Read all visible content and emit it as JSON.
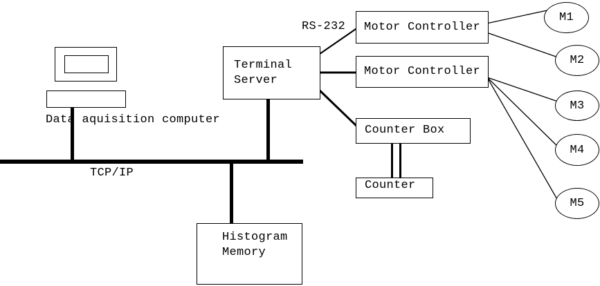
{
  "diagram": {
    "labels": {
      "computer": "Data aquisition computer",
      "network": "TCP/IP",
      "serial_link": "RS-232"
    },
    "nodes": {
      "terminal_server": "Terminal Server",
      "motor_controller_1": "Motor Controller",
      "motor_controller_2": "Motor Controller",
      "counter_box": "Counter Box",
      "counter": "Counter",
      "histogram_memory": "Histogram Memory"
    },
    "motors": [
      "M1",
      "M2",
      "M3",
      "M4",
      "M5"
    ],
    "colors": {
      "line": "#000000",
      "background": "#ffffff",
      "text": "#000000"
    }
  }
}
